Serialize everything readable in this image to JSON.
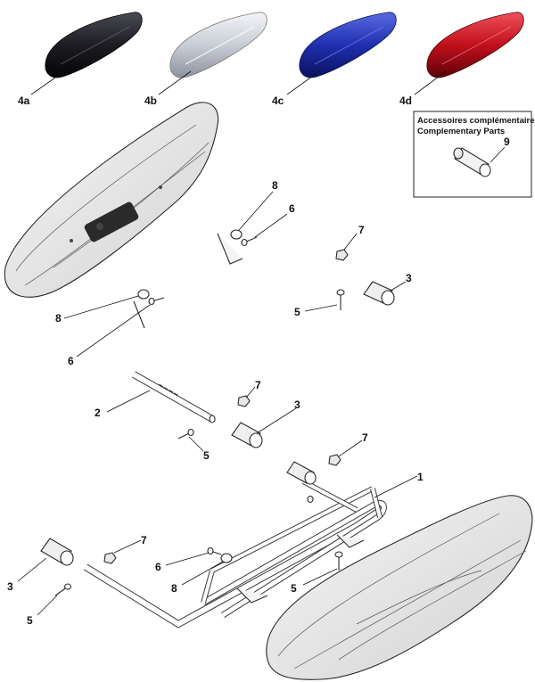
{
  "accessories_box": {
    "title_fr": "Accessoires complémentaires",
    "title_en": "Complementary Parts"
  },
  "callouts": {
    "c_4a": "4a",
    "c_4b": "4b",
    "c_4c": "4c",
    "c_4d": "4d",
    "c_9": "9",
    "c_8_top": "8",
    "c_6_top": "6",
    "c_7_top": "7",
    "c_3_top": "3",
    "c_5_top": "5",
    "c_8_left": "8",
    "c_6_left": "6",
    "c_2": "2",
    "c_7_mid": "7",
    "c_3_mid": "3",
    "c_5_mid": "5",
    "c_7_right": "7",
    "c_1": "1",
    "c_7_low": "7",
    "c_6_low": "6",
    "c_8_low": "8",
    "c_5_low": "5",
    "c_3_low": "3",
    "c_5_bottom": "5"
  },
  "colors": {
    "pad_black": "#1c1c22",
    "pad_silver": "#cfd3dc",
    "pad_blue": "#1f2fb0",
    "pad_red": "#c0101c"
  }
}
